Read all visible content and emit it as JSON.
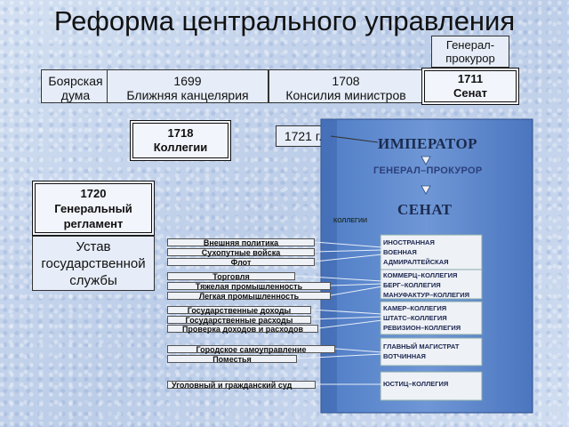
{
  "title": "Реформа центрального управления",
  "general_prokuror": "Генерал-\nпрокурор",
  "timeline": [
    {
      "year": "",
      "name": "Боярская дума"
    },
    {
      "year": "1699",
      "name": "Ближняя канцелярия"
    },
    {
      "year": "1708",
      "name": "Консилия министров"
    },
    {
      "year": "1711",
      "name": "Сенат"
    }
  ],
  "kollegii": {
    "year": "1718",
    "name": "Коллегии"
  },
  "year_1721": "1721 г.",
  "reglament": {
    "year": "1720",
    "name": "Генеральный регламент"
  },
  "ustav": "Устав государственной службы",
  "panel": {
    "emperor": "ИМПЕРАТОР",
    "general_prokuror": "ГЕНЕРАЛ–ПРОКУРОР",
    "senate": "СЕНАТ",
    "collegia_label": "КОЛЛЕГИИ",
    "groups": [
      [
        "ИНОСТРАННАЯ",
        "ВОЕННАЯ",
        "АДМИРАЛТЕЙСКАЯ"
      ],
      [
        "КОММЕРЦ–КОЛЛЕГИЯ",
        "БЕРГ–КОЛЛЕГИЯ",
        "МАНУФАКТУР–КОЛЛЕГИЯ"
      ],
      [
        "КАМЕР–КОЛЛЕГИЯ",
        "ШТАТС–КОЛЛЕГИЯ",
        "РЕВИЗИОН–КОЛЛЕГИЯ"
      ],
      [
        "ГЛАВНЫЙ МАГИСТРАТ",
        "ВОТЧИННАЯ"
      ],
      [
        "ЮСТИЦ–КОЛЛЕГИЯ"
      ]
    ]
  },
  "functions": [
    "Внешняя политика",
    "Сухопутные войска",
    "Флот",
    "Торговля",
    "Тяжелая промышленность",
    "Легкая промышленность",
    "Государственные доходы",
    "Государственные расходы",
    "Проверка доходов и расходов",
    "Городское самоуправление",
    "Поместья",
    "Уголовный и гражданский суд"
  ]
}
